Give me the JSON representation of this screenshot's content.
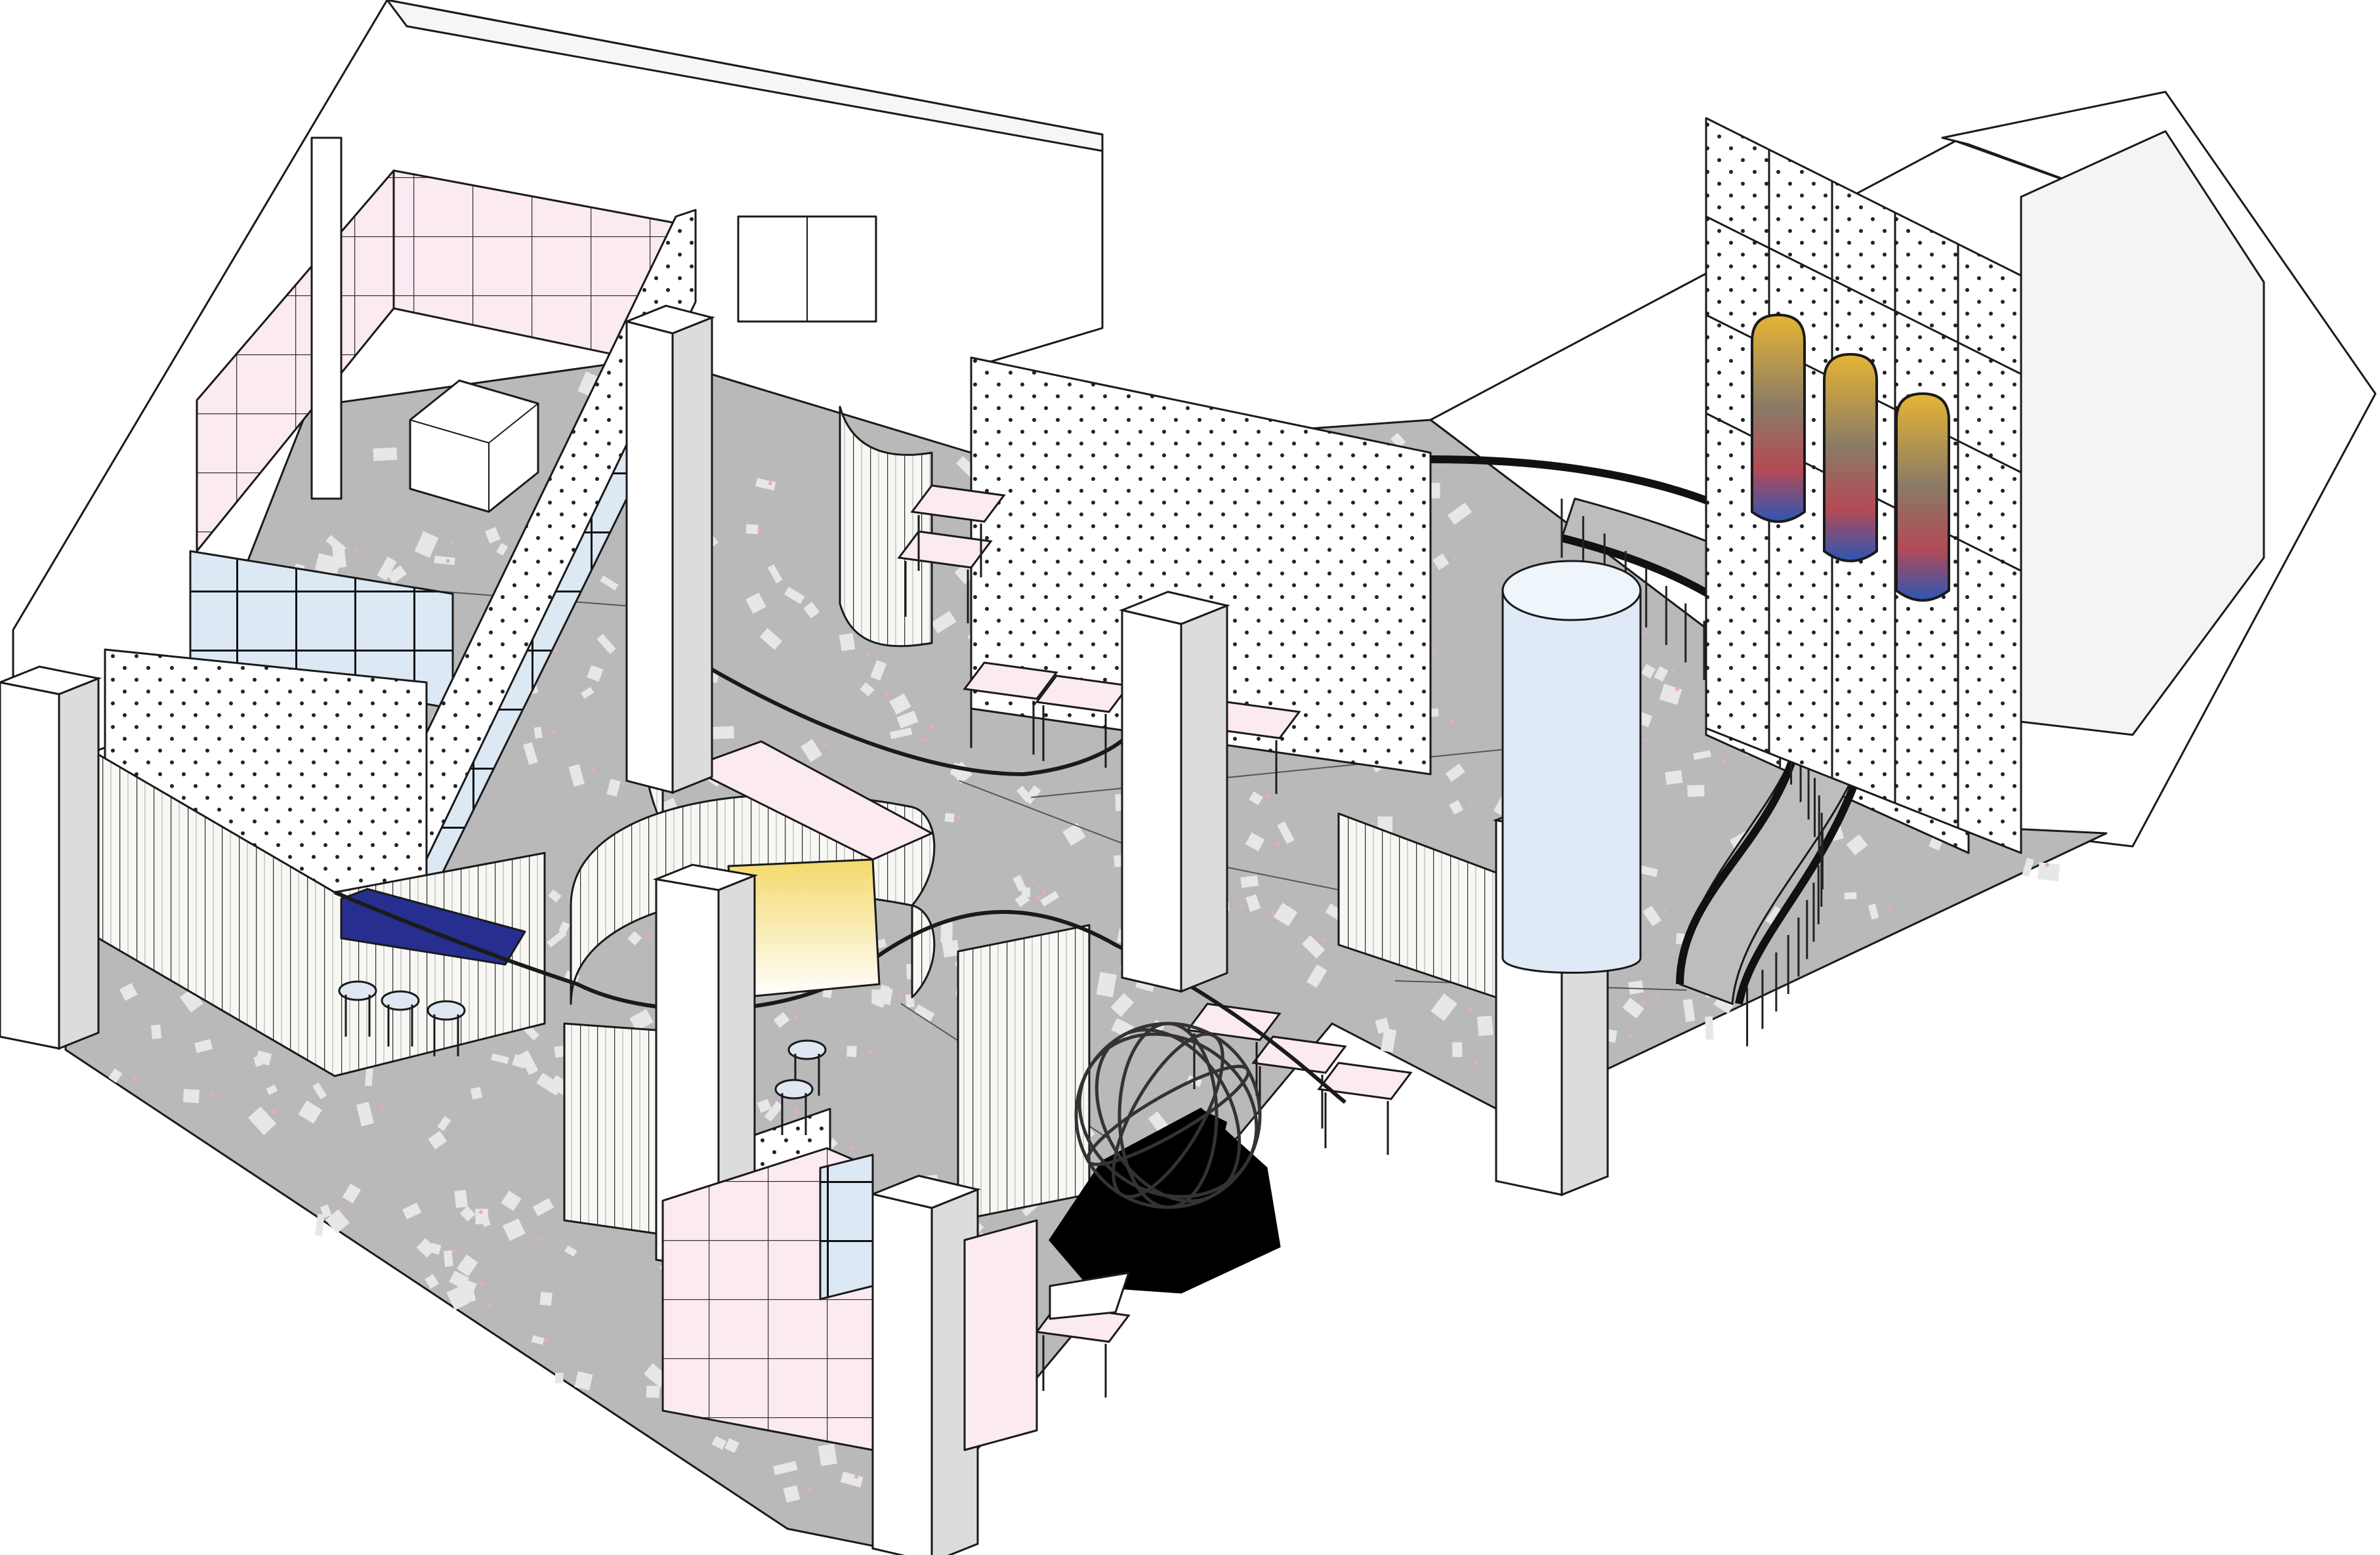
{
  "drawing": {
    "kind": "axonometric interior drawing",
    "labels": []
  },
  "colors": {
    "line": "#1a1a1a",
    "floor": "#b9b9b9",
    "floor_chip": "#e7e7e7",
    "floor_dot": "#e6a8d0",
    "wall": "#ffffff",
    "wall_shadow": "#e9e9e9",
    "pillar_face": "#ffffff",
    "pillar_side": "#dcdcdc",
    "shelf_pink": "#fbeaf1",
    "glass_blue": "#dde8f5",
    "table_navy": "#262f8f",
    "cylinder_blue": "#dfeaf6",
    "gradient_top": "#f4d96b",
    "gradient_bottom": "#ffffff",
    "sculpture_black": "#000000",
    "panel_blue": "#2d56b5",
    "panel_gold": "#e5b534"
  },
  "elements": {
    "floor": "floor",
    "pillars": [
      "pillar-west",
      "pillar-north-center",
      "pillar-center",
      "pillar-south",
      "pillar-east"
    ],
    "stairs": "spiral-stair",
    "artworks": [
      "arched-panel-1",
      "arched-panel-2",
      "arched-panel-3"
    ],
    "furniture": [
      "blue-table",
      "stools",
      "standing-desks",
      "white-cube"
    ],
    "sculpture": "wire-dome-sculpture"
  }
}
